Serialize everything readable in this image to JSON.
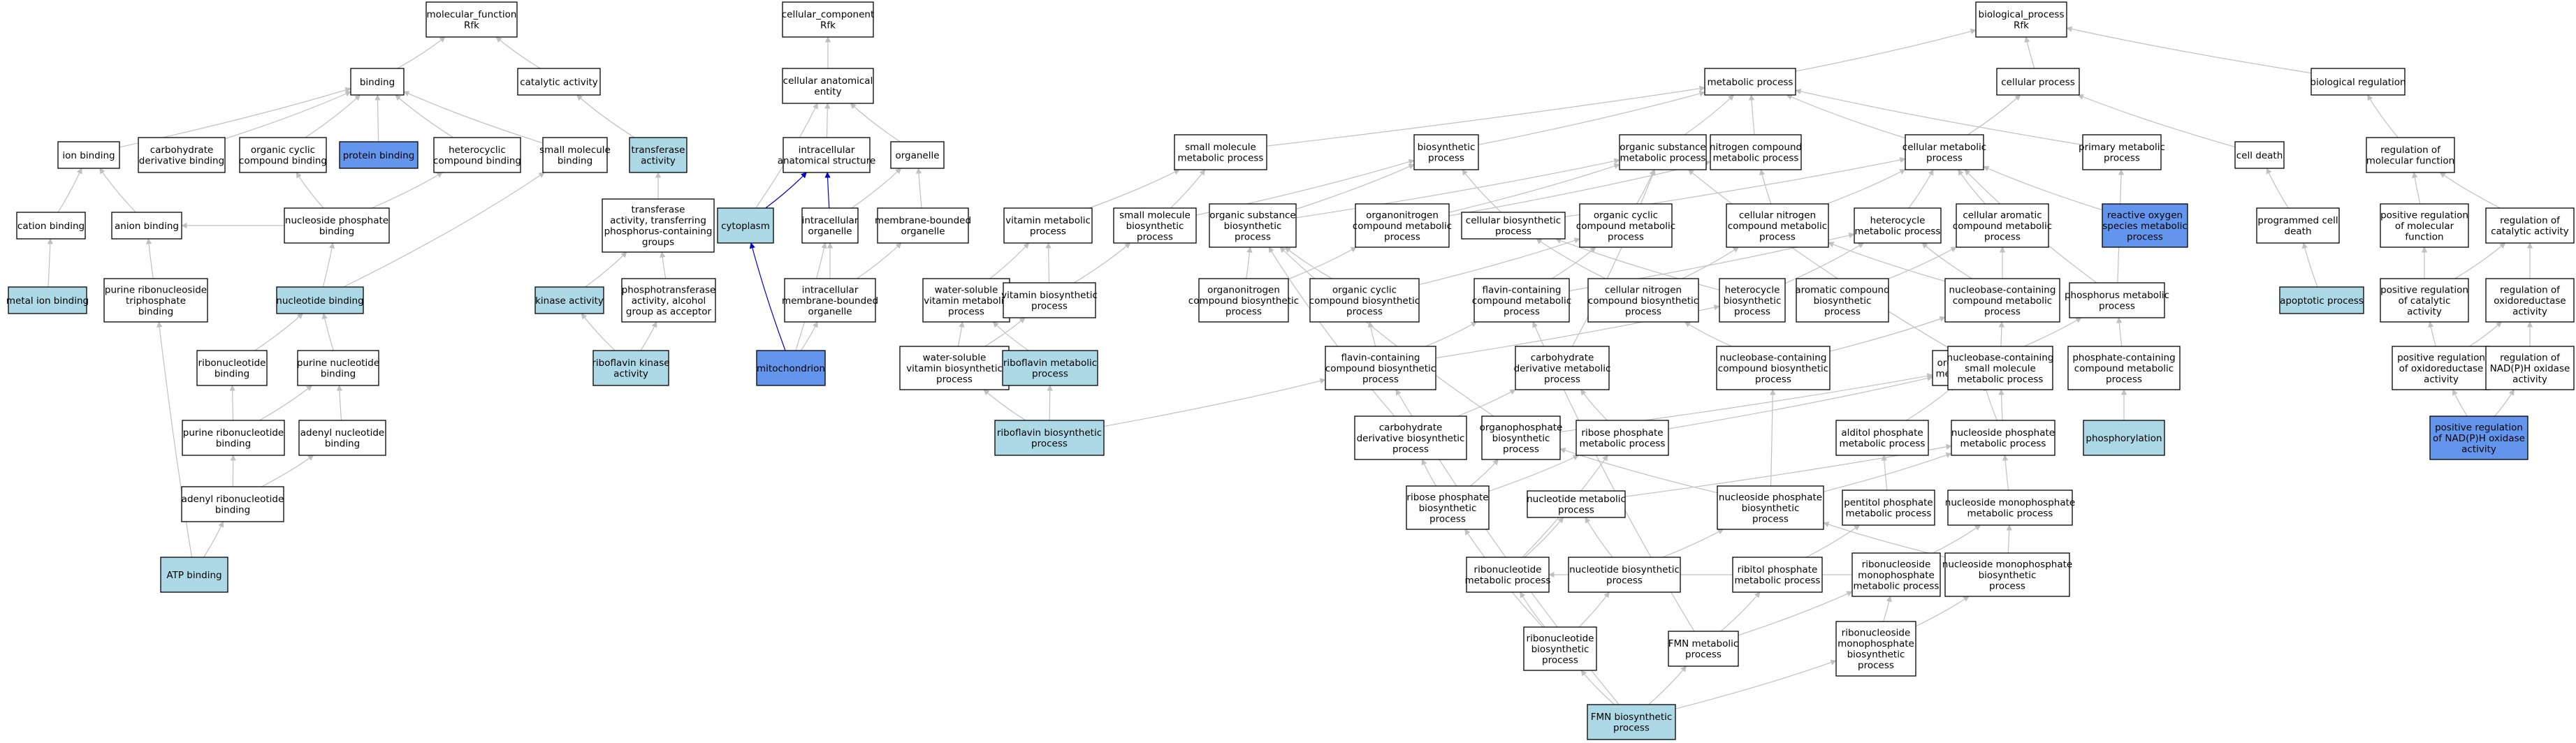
{
  "colors": {
    "default_fill": "#ffffff",
    "light_fill": "#add8e6",
    "dark_fill": "#6495ed",
    "edge_gray": "#c0c0c0",
    "edge_highlight": "#0000cd"
  },
  "nodes": [
    {
      "id": "mf",
      "label": [
        "molecular_function",
        "Rfk"
      ],
      "fill": "default"
    },
    {
      "id": "cc",
      "label": [
        "cellular_component",
        "Rfk"
      ],
      "fill": "default"
    },
    {
      "id": "bp",
      "label": [
        "biological_process",
        "Rfk"
      ],
      "fill": "default"
    },
    {
      "id": "binding",
      "label": [
        "binding"
      ],
      "fill": "default"
    },
    {
      "id": "catalytic",
      "label": [
        "catalytic activity"
      ],
      "fill": "default"
    },
    {
      "id": "cae",
      "label": [
        "cellular anatomical",
        "entity"
      ],
      "fill": "default"
    },
    {
      "id": "metproc",
      "label": [
        "metabolic process"
      ],
      "fill": "default"
    },
    {
      "id": "cellproc",
      "label": [
        "cellular process"
      ],
      "fill": "default"
    },
    {
      "id": "bioreg",
      "label": [
        "biological regulation"
      ],
      "fill": "default"
    },
    {
      "id": "ionb",
      "label": [
        "ion binding"
      ],
      "fill": "default"
    },
    {
      "id": "carbdb",
      "label": [
        "carbohydrate",
        "derivative binding"
      ],
      "fill": "default"
    },
    {
      "id": "occb",
      "label": [
        "organic cyclic",
        "compound binding"
      ],
      "fill": "default"
    },
    {
      "id": "protb",
      "label": [
        "protein binding"
      ],
      "fill": "dark"
    },
    {
      "id": "hetcb",
      "label": [
        "heterocyclic",
        "compound binding"
      ],
      "fill": "default"
    },
    {
      "id": "smb",
      "label": [
        "small molecule",
        "binding"
      ],
      "fill": "default"
    },
    {
      "id": "transfa",
      "label": [
        "transferase",
        "activity"
      ],
      "fill": "light"
    },
    {
      "id": "ias",
      "label": [
        "intracellular",
        "anatomical structure"
      ],
      "fill": "default"
    },
    {
      "id": "organelle",
      "label": [
        "organelle"
      ],
      "fill": "default"
    },
    {
      "id": "smmp",
      "label": [
        "small molecule",
        "metabolic process"
      ],
      "fill": "default"
    },
    {
      "id": "biosyn",
      "label": [
        "biosynthetic",
        "process"
      ],
      "fill": "default"
    },
    {
      "id": "osmp",
      "label": [
        "organic substance",
        "metabolic process"
      ],
      "fill": "default"
    },
    {
      "id": "ncmp",
      "label": [
        "nitrogen compound",
        "metabolic process"
      ],
      "fill": "default"
    },
    {
      "id": "cmp",
      "label": [
        "cellular metabolic",
        "process"
      ],
      "fill": "default"
    },
    {
      "id": "pmp",
      "label": [
        "primary metabolic",
        "process"
      ],
      "fill": "default"
    },
    {
      "id": "celldeath",
      "label": [
        "cell death"
      ],
      "fill": "default"
    },
    {
      "id": "regmf",
      "label": [
        "regulation of",
        "molecular function"
      ],
      "fill": "default"
    },
    {
      "id": "cationb",
      "label": [
        "cation binding"
      ],
      "fill": "default"
    },
    {
      "id": "anionb",
      "label": [
        "anion binding"
      ],
      "fill": "default"
    },
    {
      "id": "nucphb",
      "label": [
        "nucleoside phosphate",
        "binding"
      ],
      "fill": "default"
    },
    {
      "id": "tatpcg",
      "label": [
        "transferase",
        "activity, transferring",
        "phosphorus-containing",
        "groups"
      ],
      "fill": "default"
    },
    {
      "id": "cytoplasm",
      "label": [
        "cytoplasm"
      ],
      "fill": "light"
    },
    {
      "id": "intorg",
      "label": [
        "intracellular",
        "organelle"
      ],
      "fill": "default"
    },
    {
      "id": "mbo",
      "label": [
        "membrane-bounded",
        "organelle"
      ],
      "fill": "default"
    },
    {
      "id": "vitmp",
      "label": [
        "vitamin metabolic",
        "process"
      ],
      "fill": "default"
    },
    {
      "id": "smbp",
      "label": [
        "small molecule",
        "biosynthetic",
        "process"
      ],
      "fill": "default"
    },
    {
      "id": "osbp",
      "label": [
        "organic substance",
        "biosynthetic",
        "process"
      ],
      "fill": "default"
    },
    {
      "id": "oncmp",
      "label": [
        "organonitrogen",
        "compound metabolic",
        "process"
      ],
      "fill": "default"
    },
    {
      "id": "cbp",
      "label": [
        "cellular biosynthetic",
        "process"
      ],
      "fill": "default"
    },
    {
      "id": "occmp",
      "label": [
        "organic cyclic",
        "compound metabolic",
        "process"
      ],
      "fill": "default"
    },
    {
      "id": "cncmp",
      "label": [
        "cellular nitrogen",
        "compound metabolic",
        "process"
      ],
      "fill": "default"
    },
    {
      "id": "hmp",
      "label": [
        "heterocycle",
        "metabolic process"
      ],
      "fill": "default"
    },
    {
      "id": "cacmp",
      "label": [
        "cellular aromatic",
        "compound metabolic",
        "process"
      ],
      "fill": "default"
    },
    {
      "id": "rosmp",
      "label": [
        "reactive oxygen",
        "species metabolic",
        "process"
      ],
      "fill": "dark"
    },
    {
      "id": "pcd",
      "label": [
        "programmed cell",
        "death"
      ],
      "fill": "default"
    },
    {
      "id": "posregmf",
      "label": [
        "positive regulation",
        "of molecular",
        "function"
      ],
      "fill": "default"
    },
    {
      "id": "regcat",
      "label": [
        "regulation of",
        "catalytic activity"
      ],
      "fill": "default"
    },
    {
      "id": "metionb",
      "label": [
        "metal ion binding"
      ],
      "fill": "light"
    },
    {
      "id": "prntb",
      "label": [
        "purine ribonucleoside",
        "triphosphate",
        "binding"
      ],
      "fill": "default"
    },
    {
      "id": "nucb",
      "label": [
        "nucleotide binding"
      ],
      "fill": "light"
    },
    {
      "id": "kinase",
      "label": [
        "kinase activity"
      ],
      "fill": "light"
    },
    {
      "id": "ptaa",
      "label": [
        "phosphotransferase",
        "activity, alcohol",
        "group as acceptor"
      ],
      "fill": "default"
    },
    {
      "id": "imbo",
      "label": [
        "intracellular",
        "membrane-bounded",
        "organelle"
      ],
      "fill": "default"
    },
    {
      "id": "wsvmp",
      "label": [
        "water-soluble",
        "vitamin metabolic",
        "process"
      ],
      "fill": "default"
    },
    {
      "id": "vitbp",
      "label": [
        "vitamin biosynthetic",
        "process"
      ],
      "fill": "default"
    },
    {
      "id": "oncbp",
      "label": [
        "organonitrogen",
        "compound biosynthetic",
        "process"
      ],
      "fill": "default"
    },
    {
      "id": "occbp",
      "label": [
        "organic cyclic",
        "compound biosynthetic",
        "process"
      ],
      "fill": "default"
    },
    {
      "id": "fccmp",
      "label": [
        "flavin-containing",
        "compound metabolic",
        "process"
      ],
      "fill": "default"
    },
    {
      "id": "cncbp",
      "label": [
        "cellular nitrogen",
        "compound biosynthetic",
        "process"
      ],
      "fill": "default"
    },
    {
      "id": "hbp",
      "label": [
        "heterocycle",
        "biosynthetic",
        "process"
      ],
      "fill": "default"
    },
    {
      "id": "acbp",
      "label": [
        "aromatic compound",
        "biosynthetic",
        "process"
      ],
      "fill": "default"
    },
    {
      "id": "nbccmp",
      "label": [
        "nucleobase-containing",
        "compound metabolic",
        "process"
      ],
      "fill": "default"
    },
    {
      "id": "phosmp",
      "label": [
        "phosphorus metabolic",
        "process"
      ],
      "fill": "default"
    },
    {
      "id": "apoptotic",
      "label": [
        "apoptotic process"
      ],
      "fill": "light"
    },
    {
      "id": "posregcat",
      "label": [
        "positive regulation",
        "of catalytic",
        "activity"
      ],
      "fill": "default"
    },
    {
      "id": "regox",
      "label": [
        "regulation of",
        "oxidoreductase",
        "activity"
      ],
      "fill": "default"
    },
    {
      "id": "ribonucb",
      "label": [
        "ribonucleotide",
        "binding"
      ],
      "fill": "default"
    },
    {
      "id": "purnucb",
      "label": [
        "purine nucleotide",
        "binding"
      ],
      "fill": "default"
    },
    {
      "id": "rka",
      "label": [
        "riboflavin kinase",
        "activity"
      ],
      "fill": "light"
    },
    {
      "id": "mito",
      "label": [
        "mitochondrion"
      ],
      "fill": "dark"
    },
    {
      "id": "wsvbp",
      "label": [
        "water-soluble",
        "vitamin biosynthetic",
        "process"
      ],
      "fill": "default"
    },
    {
      "id": "ribmp",
      "label": [
        "riboflavin metabolic",
        "process"
      ],
      "fill": "light"
    },
    {
      "id": "fccbp",
      "label": [
        "flavin-containing",
        "compound biosynthetic",
        "process"
      ],
      "fill": "default"
    },
    {
      "id": "cdmp",
      "label": [
        "carbohydrate",
        "derivative metabolic",
        "process"
      ],
      "fill": "default"
    },
    {
      "id": "nbccbp",
      "label": [
        "nucleobase-containing",
        "compound biosynthetic",
        "process"
      ],
      "fill": "default"
    },
    {
      "id": "orgphmp",
      "label": [
        "organophosphate",
        "metabolic process"
      ],
      "fill": "default"
    },
    {
      "id": "nbcsmmp",
      "label": [
        "nucleobase-containing",
        "small molecule",
        "metabolic process"
      ],
      "fill": "default"
    },
    {
      "id": "pccmp",
      "label": [
        "phosphate-containing",
        "compound metabolic",
        "process"
      ],
      "fill": "default"
    },
    {
      "id": "posregox",
      "label": [
        "positive regulation",
        "of oxidoreductase",
        "activity"
      ],
      "fill": "default"
    },
    {
      "id": "regnadph",
      "label": [
        "regulation of",
        "NAD(P)H oxidase",
        "activity"
      ],
      "fill": "default"
    },
    {
      "id": "purribnb",
      "label": [
        "purine ribonucleotide",
        "binding"
      ],
      "fill": "default"
    },
    {
      "id": "adenb",
      "label": [
        "adenyl nucleotide",
        "binding"
      ],
      "fill": "default"
    },
    {
      "id": "ribbp",
      "label": [
        "riboflavin biosynthetic",
        "process"
      ],
      "fill": "light"
    },
    {
      "id": "cdbp",
      "label": [
        "carbohydrate",
        "derivative biosynthetic",
        "process"
      ],
      "fill": "default"
    },
    {
      "id": "orgphbp",
      "label": [
        "organophosphate",
        "biosynthetic",
        "process"
      ],
      "fill": "default"
    },
    {
      "id": "rphmp",
      "label": [
        "ribose phosphate",
        "metabolic process"
      ],
      "fill": "default"
    },
    {
      "id": "aldphmp",
      "label": [
        "alditol phosphate",
        "metabolic process"
      ],
      "fill": "default"
    },
    {
      "id": "nucphmp",
      "label": [
        "nucleoside phosphate",
        "metabolic process"
      ],
      "fill": "default"
    },
    {
      "id": "phosphorylation",
      "label": [
        "phosphorylation"
      ],
      "fill": "light"
    },
    {
      "id": "posregnadph",
      "label": [
        "positive regulation",
        "of NAD(P)H oxidase",
        "activity"
      ],
      "fill": "dark"
    },
    {
      "id": "adenrb",
      "label": [
        "adenyl ribonucleotide",
        "binding"
      ],
      "fill": "default"
    },
    {
      "id": "rphbp",
      "label": [
        "ribose phosphate",
        "biosynthetic",
        "process"
      ],
      "fill": "default"
    },
    {
      "id": "nucmp",
      "label": [
        "nucleotide metabolic",
        "process"
      ],
      "fill": "default"
    },
    {
      "id": "nucphbp",
      "label": [
        "nucleoside phosphate",
        "biosynthetic",
        "process"
      ],
      "fill": "default"
    },
    {
      "id": "penphmp",
      "label": [
        "pentitol phosphate",
        "metabolic process"
      ],
      "fill": "default"
    },
    {
      "id": "nmpmp",
      "label": [
        "nucleoside monophosphate",
        "metabolic process"
      ],
      "fill": "default"
    },
    {
      "id": "atpb",
      "label": [
        "ATP binding"
      ],
      "fill": "light"
    },
    {
      "id": "ribnmp",
      "label": [
        "ribonucleotide",
        "metabolic process"
      ],
      "fill": "default"
    },
    {
      "id": "nucbp",
      "label": [
        "nucleotide biosynthetic",
        "process"
      ],
      "fill": "default"
    },
    {
      "id": "ribitolphmp",
      "label": [
        "ribitol phosphate",
        "metabolic process"
      ],
      "fill": "default"
    },
    {
      "id": "rnmpmp",
      "label": [
        "ribonucleoside",
        "monophosphate",
        "metabolic process"
      ],
      "fill": "default"
    },
    {
      "id": "nmpbp",
      "label": [
        "nucleoside monophosphate",
        "biosynthetic",
        "process"
      ],
      "fill": "default"
    },
    {
      "id": "ribnbp",
      "label": [
        "ribonucleotide",
        "biosynthetic",
        "process"
      ],
      "fill": "default"
    },
    {
      "id": "fmnmp",
      "label": [
        "FMN metabolic",
        "process"
      ],
      "fill": "default"
    },
    {
      "id": "rnmpbp",
      "label": [
        "ribonucleoside",
        "monophosphate",
        "biosynthetic",
        "process"
      ],
      "fill": "default"
    },
    {
      "id": "fmnbp",
      "label": [
        "FMN biosynthetic",
        "process"
      ],
      "fill": "light"
    }
  ]
}
